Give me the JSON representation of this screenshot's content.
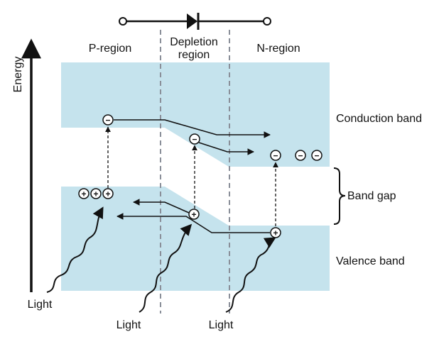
{
  "labels": {
    "energy": "Energy",
    "p_region": "P-region",
    "depletion_line1": "Depletion",
    "depletion_line2": "region",
    "n_region": "N-region",
    "conduction_band": "Conduction band",
    "band_gap": "Band gap",
    "valence_band": "Valence band",
    "light": "Light"
  },
  "symbols": {
    "electron": "−",
    "hole": "+"
  },
  "colors": {
    "band_fill": "#c5e3ed",
    "line": "#111111",
    "divider": "#8a8f99"
  },
  "icons": {
    "diode": "diode-symbol-icon",
    "photon": "wavy-light-arrow-icon"
  }
}
